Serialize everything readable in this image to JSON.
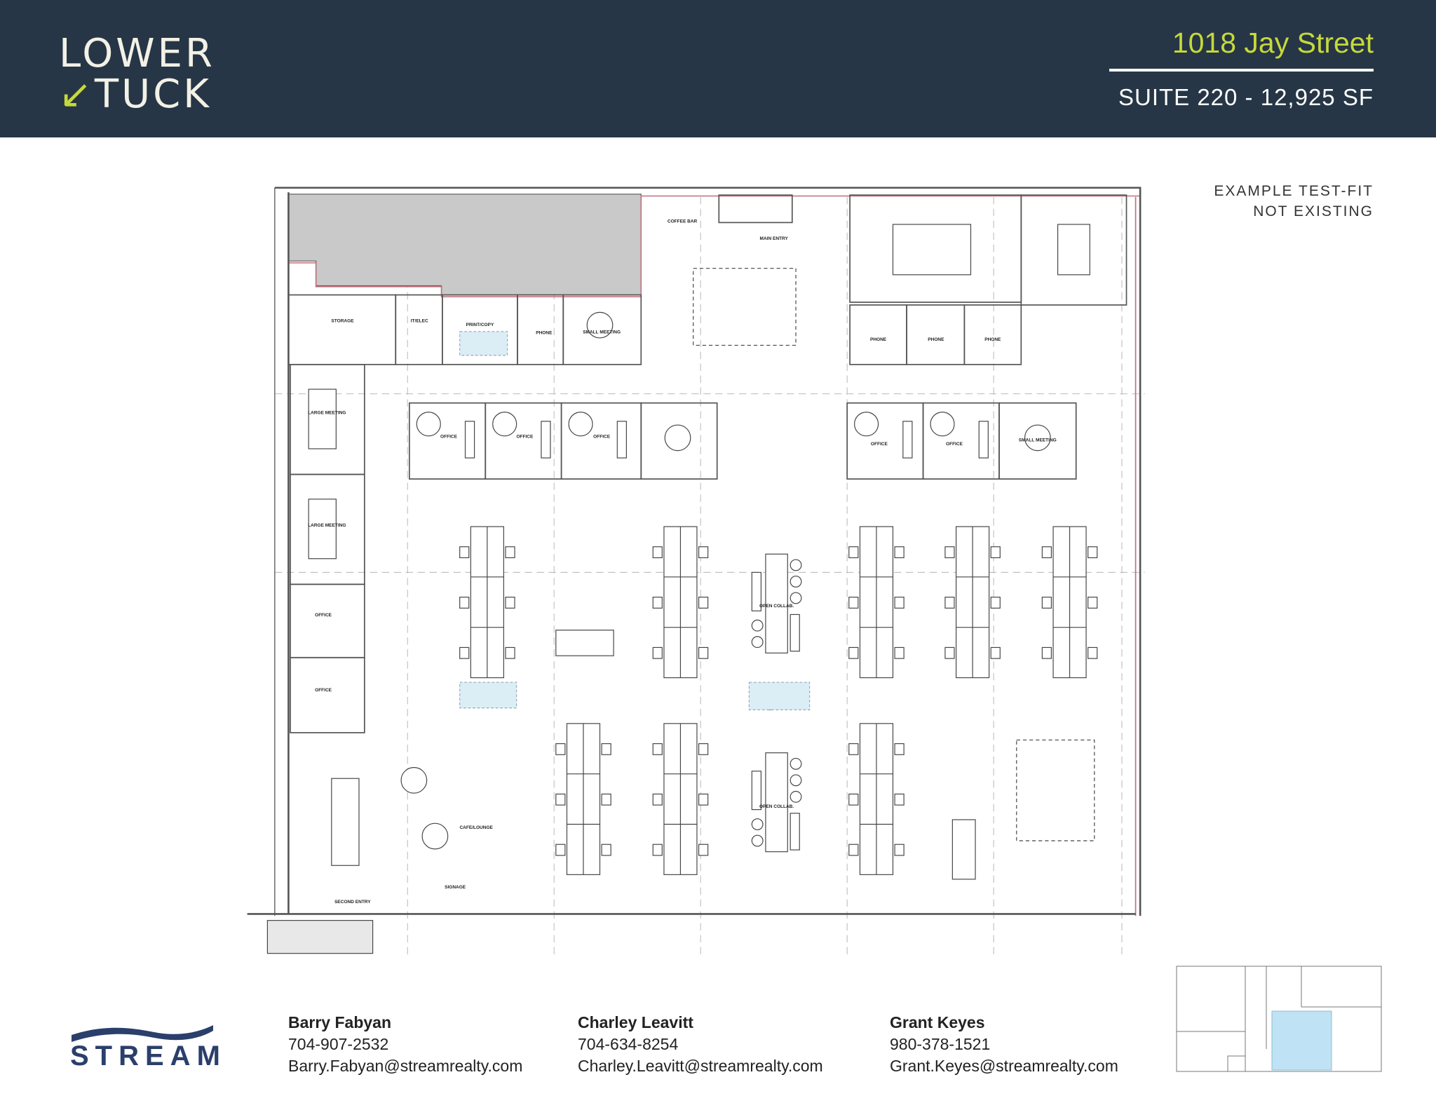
{
  "header": {
    "logo_line1": "LOWER",
    "logo_arrow": "↙",
    "logo_line2": "TUCK",
    "address": "1018 Jay Street",
    "suite": "SUITE 220 - 12,925 SF"
  },
  "note": {
    "line1": "EXAMPLE TEST-FIT",
    "line2": "NOT EXISTING"
  },
  "plan": {
    "labels": [
      "STORAGE",
      "IT/ELEC",
      "PRINT/COPY",
      "PHONE",
      "SMALL MEETING",
      "COFFEE BAR",
      "MAIN ENTRY",
      "PHONE",
      "PHONE",
      "PHONE",
      "LARGE MEETING",
      "OFFICE",
      "OFFICE",
      "OFFICE",
      "OFFICE",
      "OFFICE",
      "SMALL MEETING",
      "LARGE MEETING",
      "OFFICE",
      "OFFICE",
      "OPEN COLLAB.",
      "OPEN COLLAB.",
      "CAFE/LOUNGE",
      "SECOND ENTRY",
      "SIGNAGE"
    ],
    "colors": {
      "walls": "#555555",
      "core": "#c9c9c9",
      "boundary": "#c0707a",
      "highlight": "#dbeef6",
      "keyplan_suite": "#bfe3f5"
    }
  },
  "footer": {
    "brand": "STREAM",
    "contacts": [
      {
        "name": "Barry Fabyan",
        "phone": "704-907-2532",
        "email": "Barry.Fabyan@streamrealty.com"
      },
      {
        "name": "Charley Leavitt",
        "phone": "704-634-8254",
        "email": "Charley.Leavitt@streamrealty.com"
      },
      {
        "name": "Grant Keyes",
        "phone": "980-378-1521",
        "email": "Grant.Keyes@streamrealty.com"
      }
    ]
  }
}
